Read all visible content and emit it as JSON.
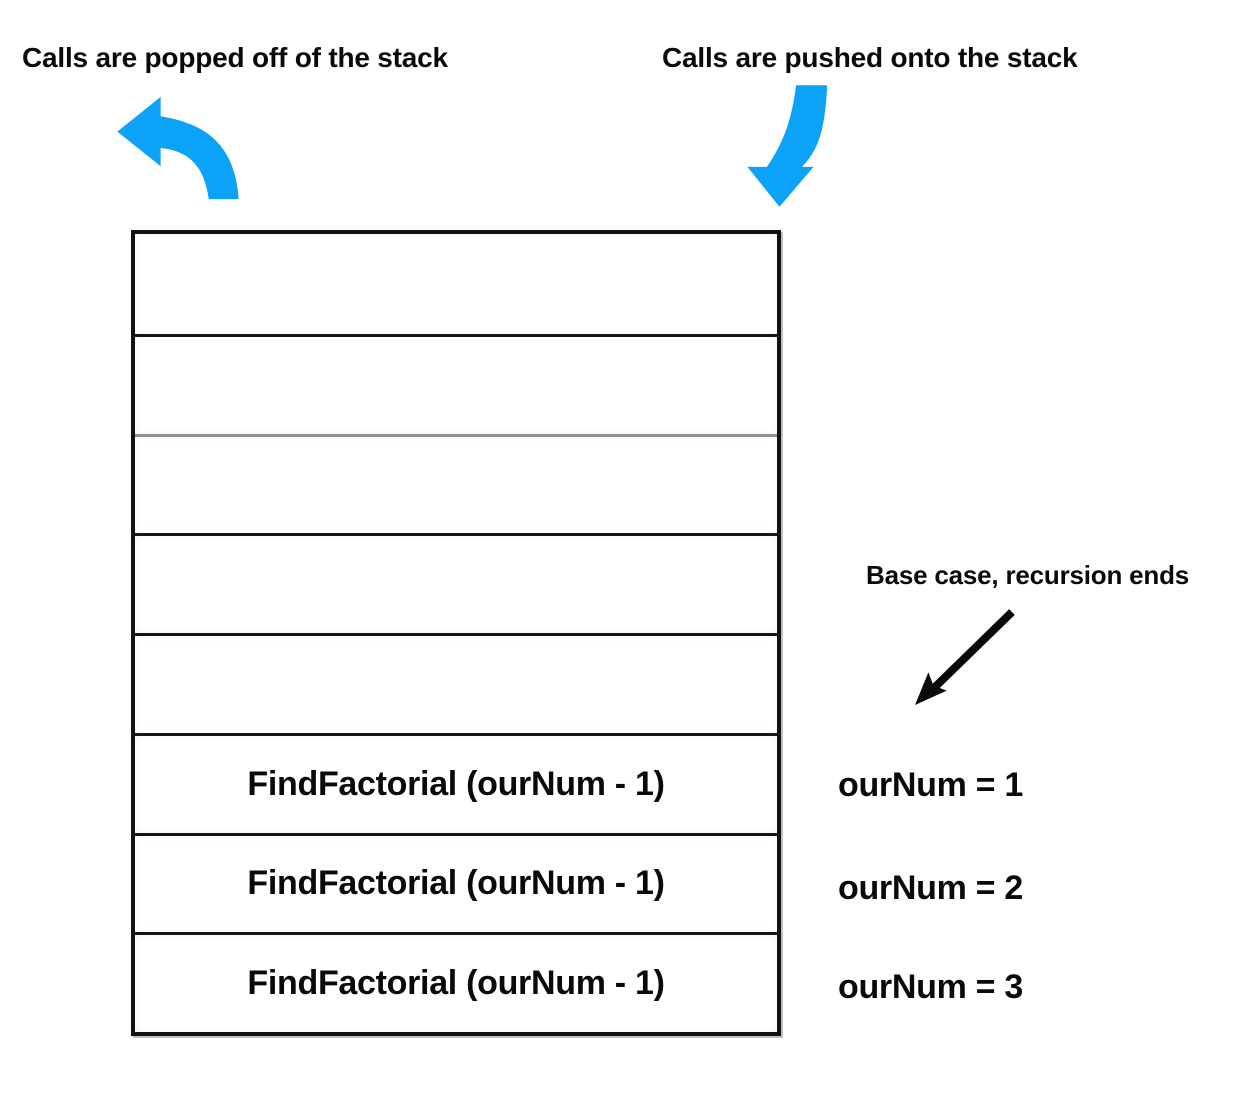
{
  "captions": {
    "pop": "Calls are popped off of the stack",
    "push": "Calls are pushed onto the stack"
  },
  "stack": {
    "rows": [
      {
        "label": ""
      },
      {
        "label": ""
      },
      {
        "label": ""
      },
      {
        "label": ""
      },
      {
        "label": ""
      },
      {
        "label": "FindFactorial (ourNum - 1)"
      },
      {
        "label": "FindFactorial (ourNum - 1)"
      },
      {
        "label": "FindFactorial (ourNum - 1)"
      }
    ]
  },
  "side_labels": [
    {
      "text": "ourNum = 1"
    },
    {
      "text": "ourNum = 2"
    },
    {
      "text": "ourNum = 3"
    }
  ],
  "annotation": {
    "base_case": "Base case, recursion ends"
  },
  "icons": {
    "pop_arrow": "curved-arrow-left-icon",
    "push_arrow": "curved-arrow-down-icon",
    "base_case_arrow": "arrow-down-left-icon"
  },
  "colors": {
    "arrow_blue": "#0ba2f8",
    "ink_black": "#0a0a0a"
  }
}
